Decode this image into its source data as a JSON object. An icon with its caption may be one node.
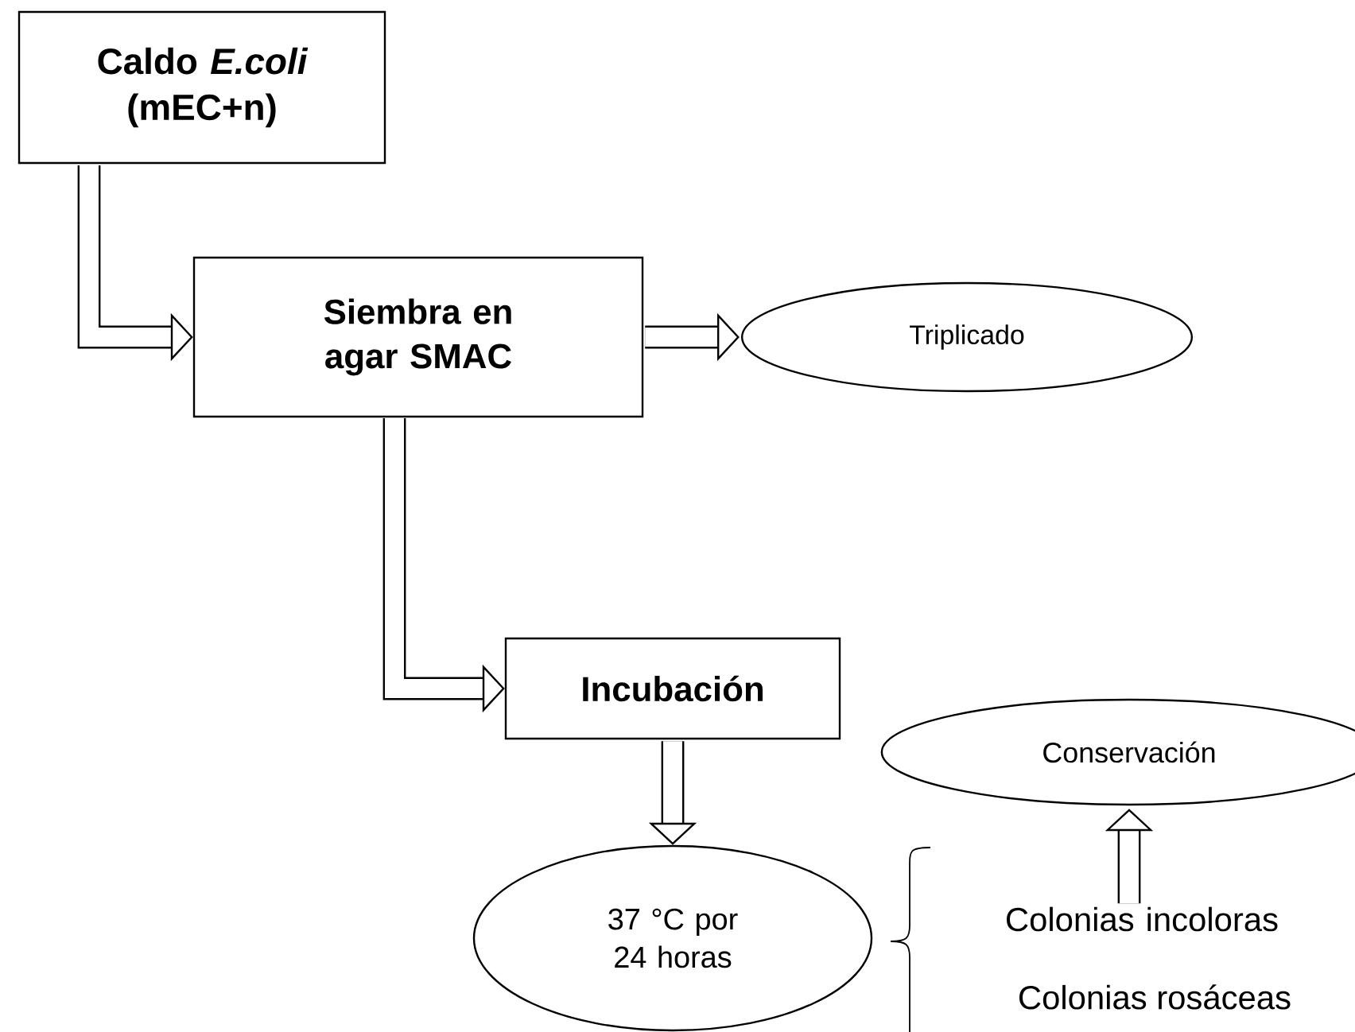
{
  "diagram": {
    "nodes": [
      {
        "text": [
          "Caldo *E.coli* (mEC+n)"
        ]
      },
      {
        "text": [
          "Siembra en agar SMAC"
        ]
      },
      {
        "text": [
          "Triplicado"
        ]
      },
      {
        "text": [
          "Incubación"
        ]
      },
      {
        "text": [
          "Conservación"
        ]
      },
      {
        "text": [
          "37 °C por 24 horas"
        ]
      },
      {
        "text": [
          "Colonias incoloras"
        ]
      }
    ],
    "edges": [
      {
        "from": 0,
        "to": 1,
        "arrow": "to"
      },
      {
        "from": 1,
        "to": 2,
        "arrow": "to"
      },
      {
        "from": 1,
        "to": 3,
        "arrow": "to"
      },
      {
        "from": 3,
        "to": 5,
        "arrow": "to"
      },
      {
        "from": 6,
        "to": 4,
        "arrow": "to"
      }
    ],
    "labels": [
      "Colonias rosáceas"
    ]
  }
}
